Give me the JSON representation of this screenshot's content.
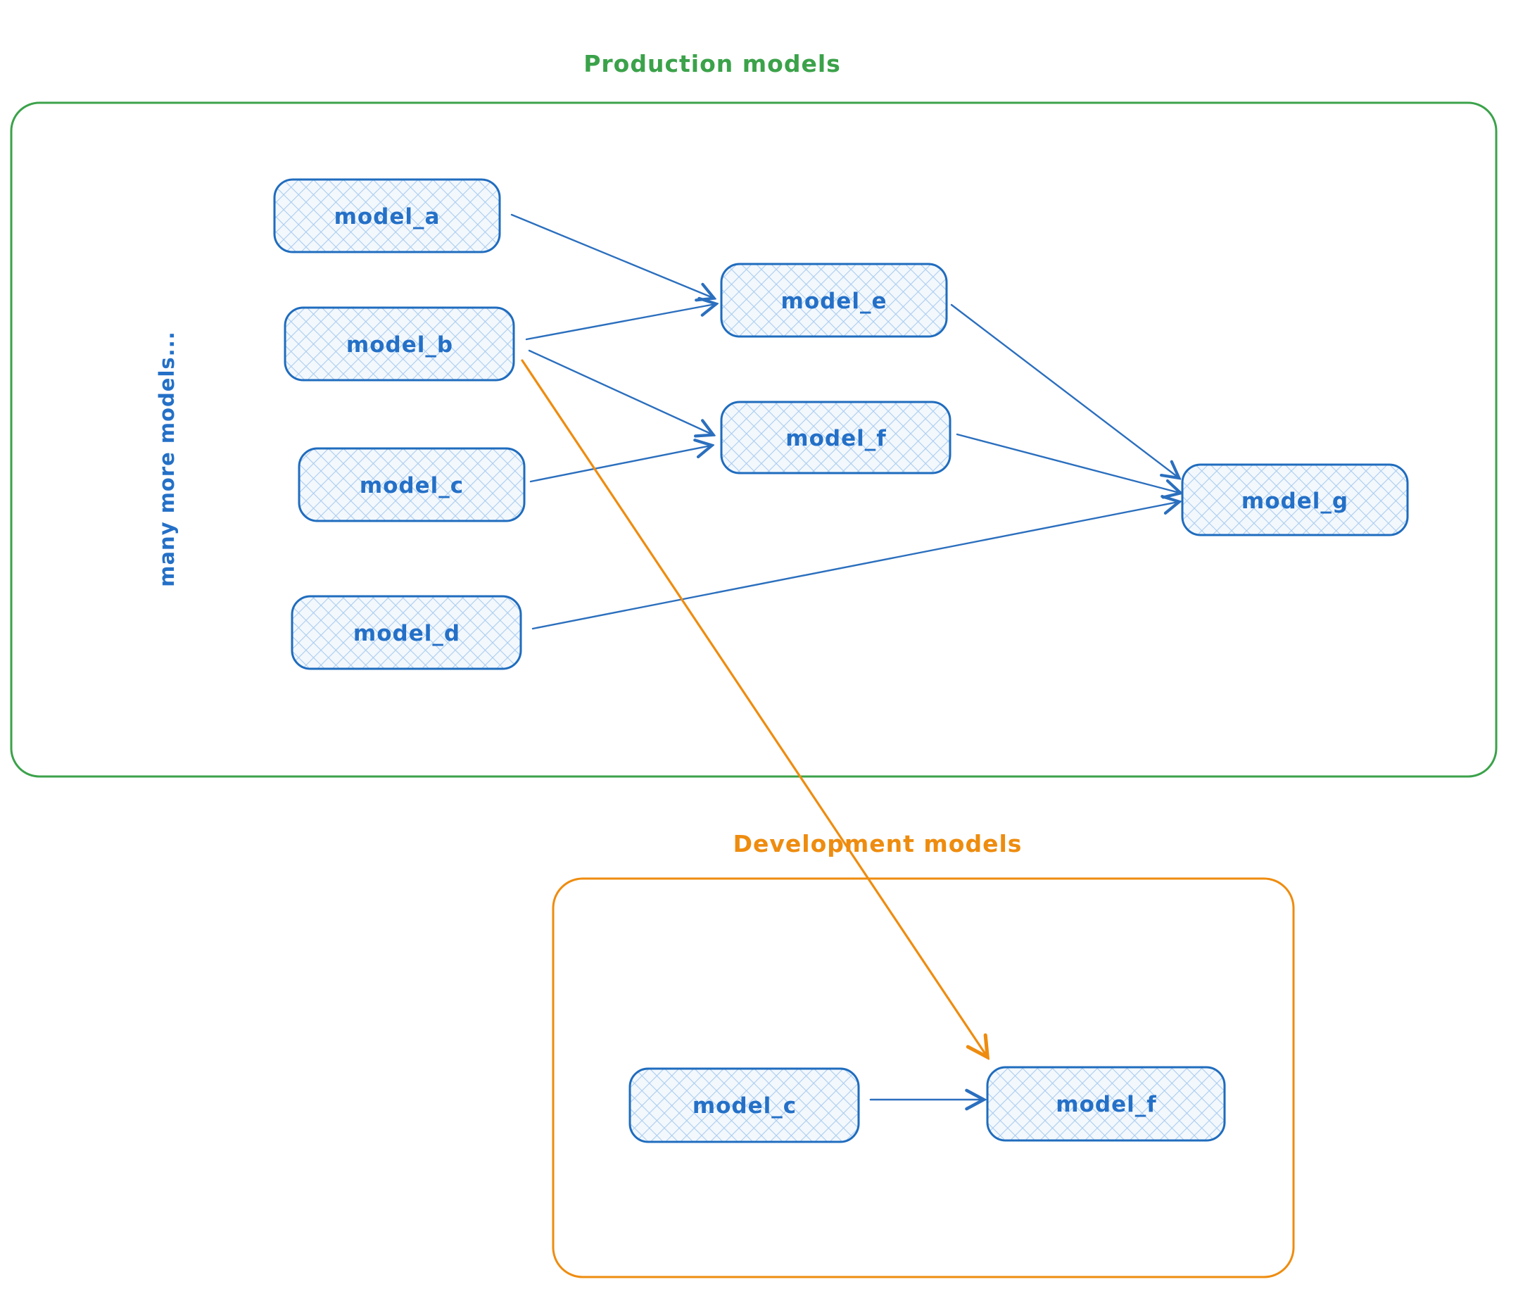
{
  "diagram": {
    "colors": {
      "production_border": "#3ba24a",
      "development_border": "#ee8c0f",
      "node_border": "#1f6cbe",
      "node_fill_hatch": "#abcdf0",
      "arrow_blue": "#2b6fbe",
      "arrow_orange": "#ee8c0f",
      "label_blue": "#2470c7"
    },
    "production": {
      "title": "Production models",
      "side_note": "many more models...",
      "nodes": {
        "model_a": "model_a",
        "model_b": "model_b",
        "model_c": "model_c",
        "model_d": "model_d",
        "model_e": "model_e",
        "model_f": "model_f",
        "model_g": "model_g"
      }
    },
    "development": {
      "title": "Development models",
      "nodes": {
        "model_c": "model_c",
        "model_f": "model_f"
      }
    },
    "edges": [
      {
        "from": "model_a",
        "to": "model_e",
        "color": "blue",
        "context": "production"
      },
      {
        "from": "model_b",
        "to": "model_e",
        "color": "blue",
        "context": "production"
      },
      {
        "from": "model_b",
        "to": "model_f",
        "color": "blue",
        "context": "production"
      },
      {
        "from": "model_c",
        "to": "model_f",
        "color": "blue",
        "context": "production"
      },
      {
        "from": "model_e",
        "to": "model_g",
        "color": "blue",
        "context": "production"
      },
      {
        "from": "model_f",
        "to": "model_g",
        "color": "blue",
        "context": "production"
      },
      {
        "from": "model_d",
        "to": "model_g",
        "color": "blue",
        "context": "production"
      },
      {
        "from": "model_c",
        "to": "model_f",
        "color": "blue",
        "context": "development"
      },
      {
        "from": "production model_b",
        "to": "development model_f",
        "color": "orange",
        "context": "cross-section"
      }
    ]
  }
}
